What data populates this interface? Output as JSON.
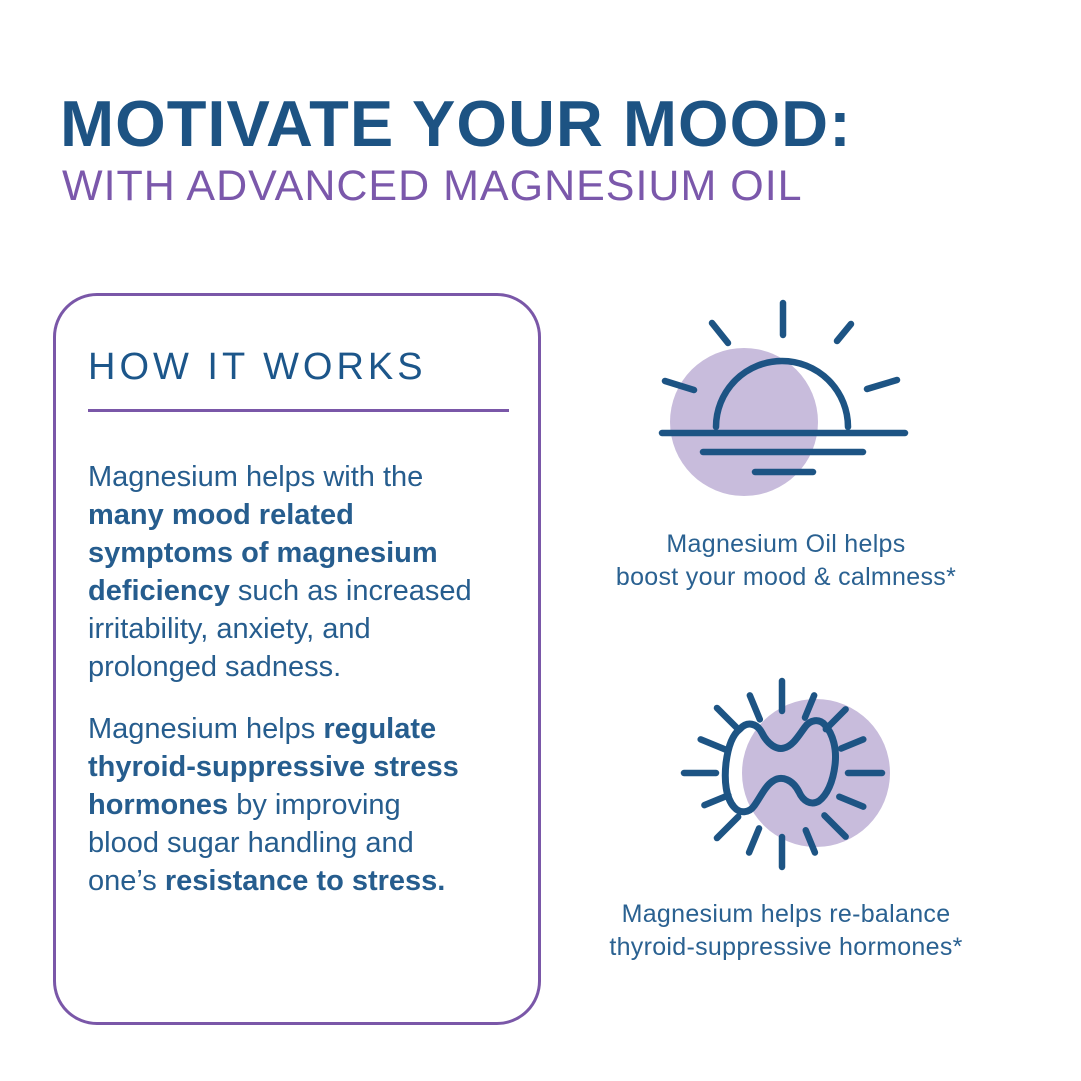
{
  "page": {
    "title": "MOTIVATE YOUR MOOD:",
    "subtitle": "WITH ADVANCED MAGNESIUM OIL"
  },
  "colors": {
    "title_navy": "#1d5383",
    "body_navy": "#265d8e",
    "purple": "#7a57a8",
    "subtitle_purple": "#7b58ab",
    "lavender": "#c8bcdc"
  },
  "how_it_works": {
    "heading": "HOW IT WORKS",
    "paragraphs": [
      {
        "segments": [
          {
            "text": "Magnesium helps with the\n",
            "bold": false
          },
          {
            "text": "many mood related\nsymptoms of magnesium\ndeficiency",
            "bold": true
          },
          {
            "text": " such as increased\nirritability, anxiety, and\nprolonged sadness.",
            "bold": false
          }
        ]
      },
      {
        "segments": [
          {
            "text": "Magnesium helps ",
            "bold": false
          },
          {
            "text": "regulate\nthyroid-suppressive stress\nhormones",
            "bold": true
          },
          {
            "text": " by improving\nblood sugar handling and\none’s ",
            "bold": false
          },
          {
            "text": "resistance to stress.",
            "bold": true
          }
        ]
      }
    ]
  },
  "benefits": [
    {
      "icon": "sunrise-icon",
      "caption": "Magnesium Oil helps\nboost your mood & calmness*"
    },
    {
      "icon": "thyroid-burst-icon",
      "caption": "Magnesium helps re-balance\nthyroid-suppressive hormones*"
    }
  ]
}
